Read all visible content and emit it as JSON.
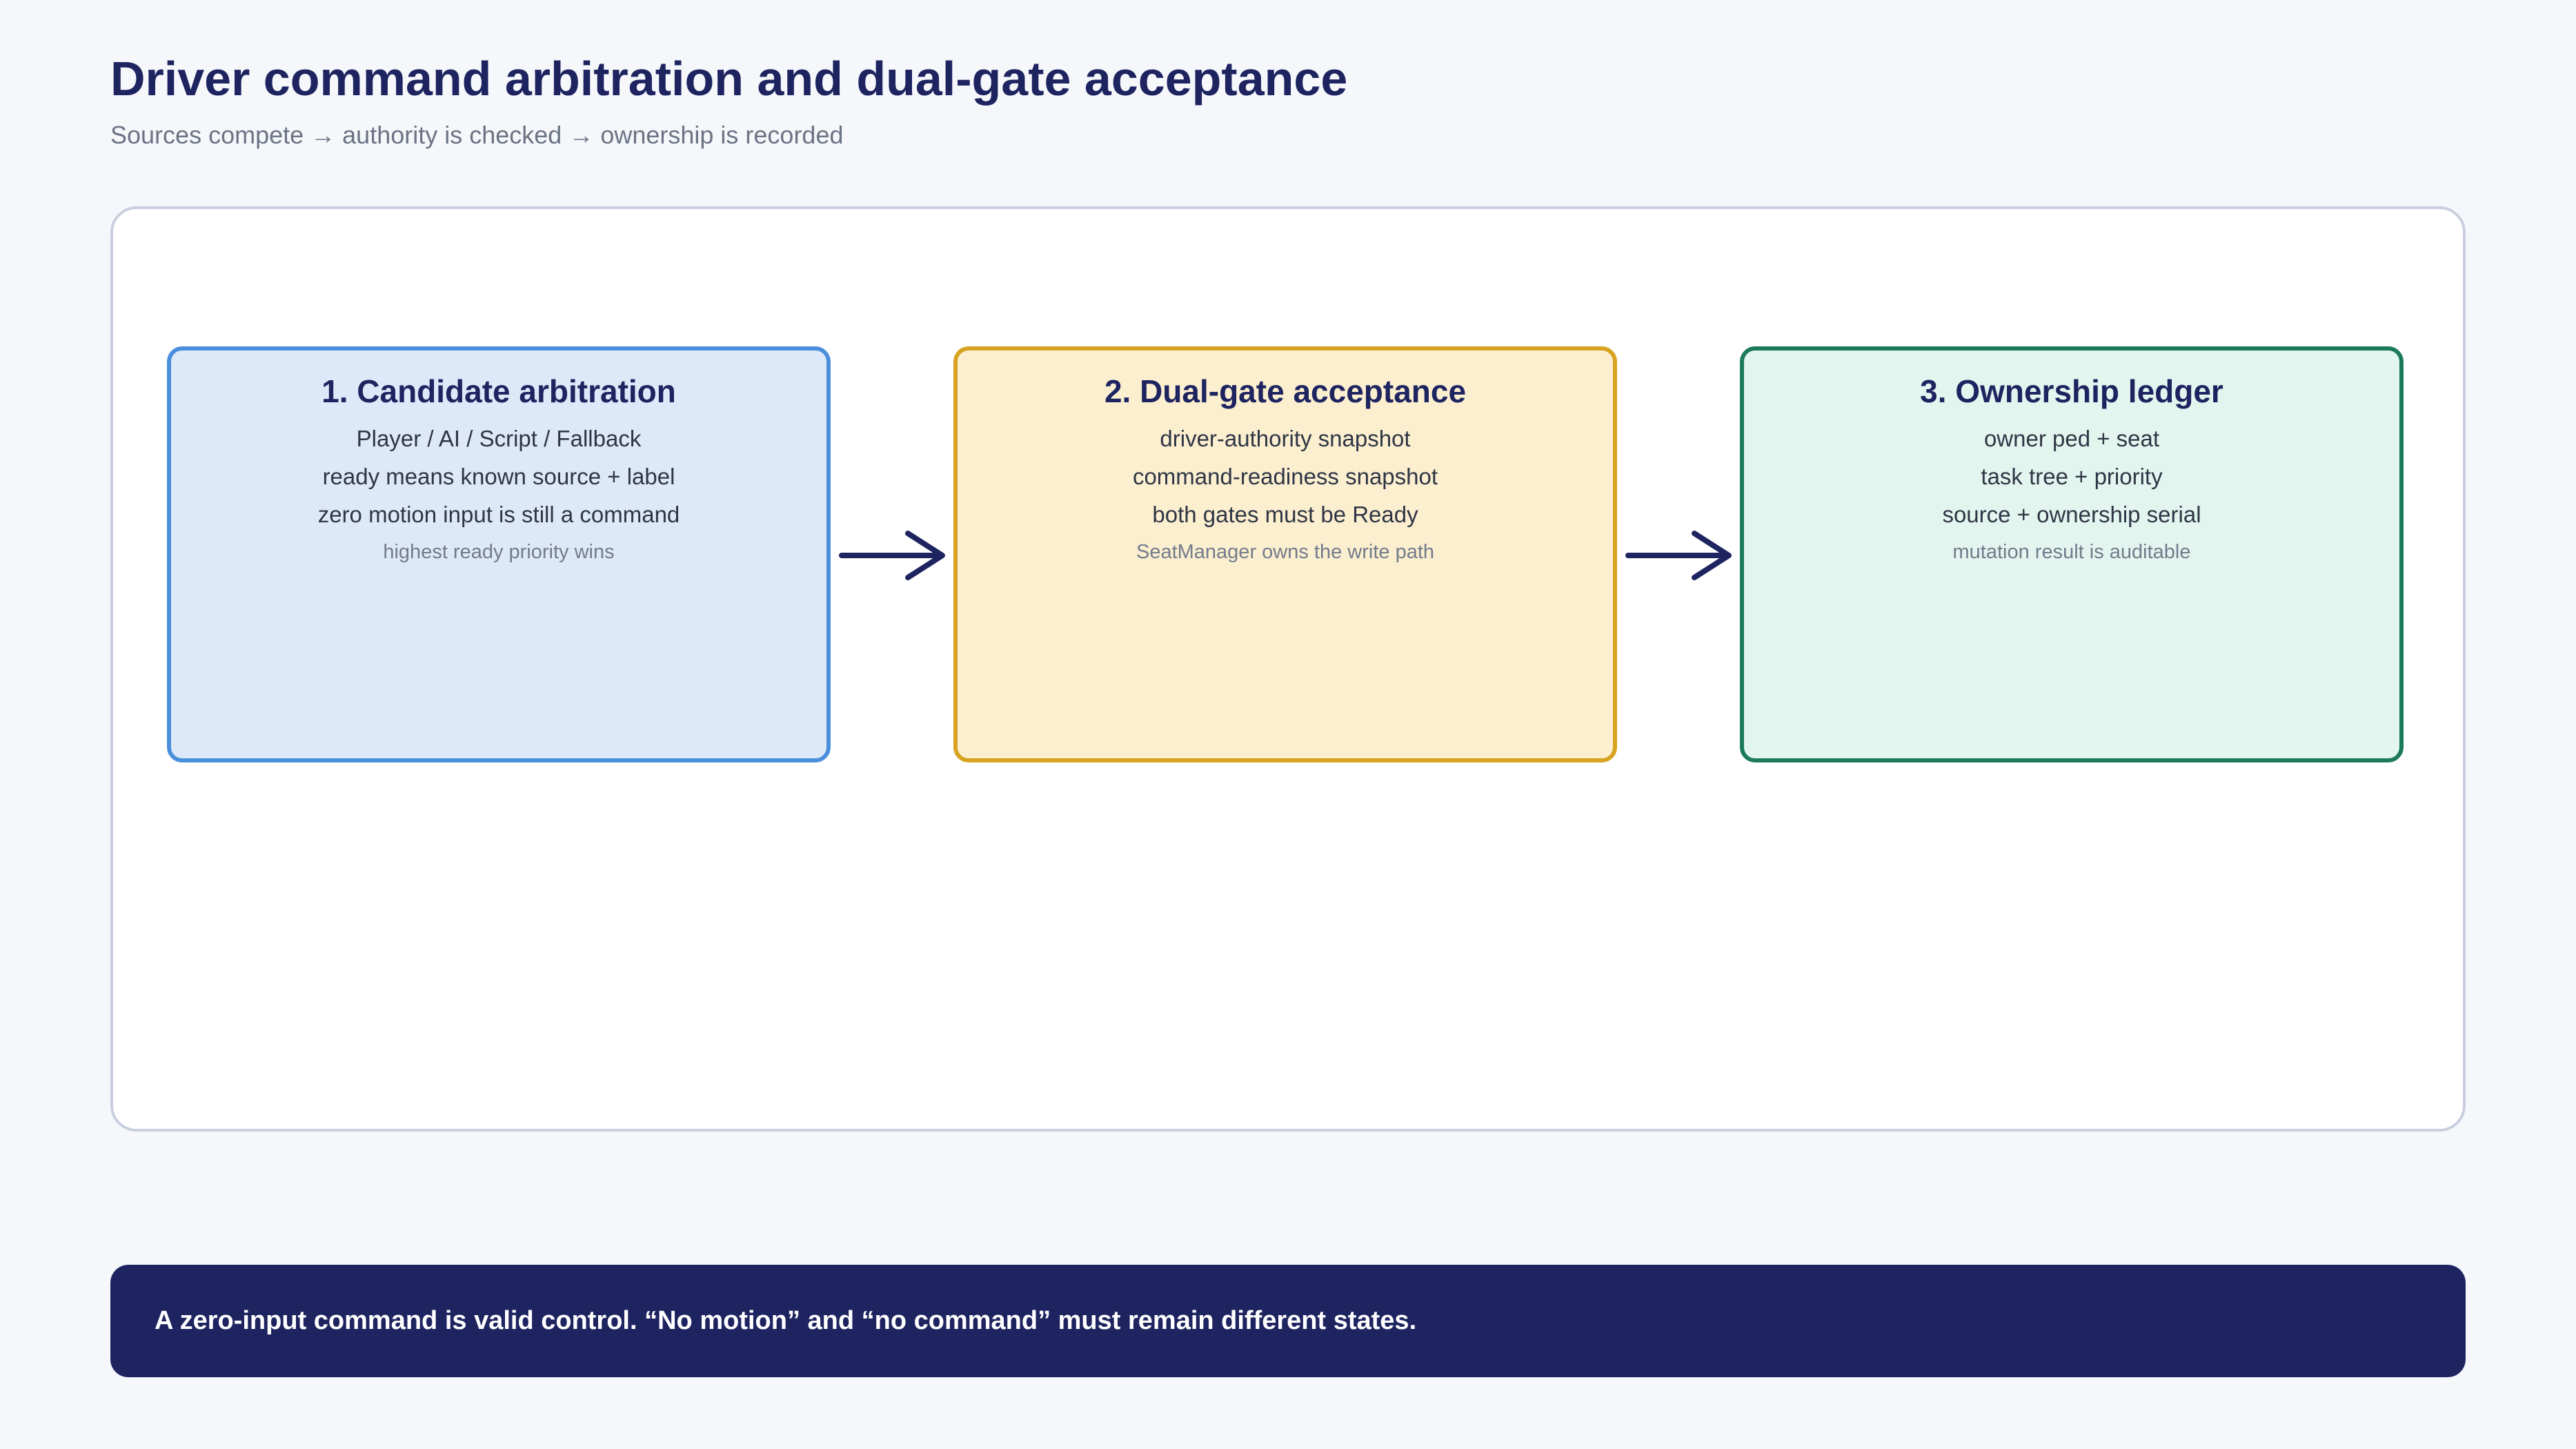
{
  "header": {
    "title": "Driver command arbitration and dual-gate acceptance",
    "subtitle": "Sources compete → authority is checked → ownership is recorded"
  },
  "stages": [
    {
      "title": "1. Candidate arbitration",
      "lines": [
        "Player / AI / Script / Fallback",
        "ready means known source + label",
        "zero motion input is still a command"
      ],
      "note": "highest ready priority wins",
      "fill_color": "#dde9f8",
      "border_color": "#4a8fdc"
    },
    {
      "title": "2. Dual-gate acceptance",
      "lines": [
        "driver-authority snapshot",
        "command-readiness snapshot",
        "both gates must be Ready"
      ],
      "note": "SeatManager owns the write path",
      "fill_color": "#fbefcf",
      "border_color": "#d7a320"
    },
    {
      "title": "3. Ownership ledger",
      "lines": [
        "owner ped + seat",
        "task tree + priority",
        "source + ownership serial"
      ],
      "note": "mutation result is auditable",
      "fill_color": "#e2f5ee",
      "border_color": "#1c7a5c"
    }
  ],
  "connectors": {
    "icon": "arrow-right-icon",
    "color": "#1e2460"
  },
  "footer": {
    "text": "A zero-input command is valid control. “No motion” and “no command” must remain different states.",
    "background_color": "#1e2460"
  }
}
